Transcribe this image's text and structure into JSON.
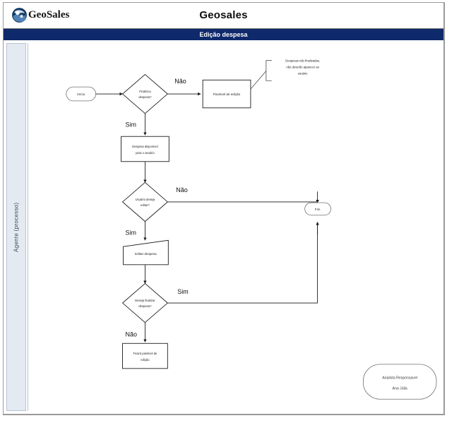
{
  "window": {
    "brand_name": "GeoSales",
    "app_title": "Geosales",
    "banner_title": "Edição despesa",
    "logo_icon": "globe-logo-icon"
  },
  "colors": {
    "banner_background": "#0e2a6b",
    "banner_text": "#ffffff",
    "lane_background": "#e4eaf2",
    "lane_border": "#b7c2d2",
    "shape_stroke": "#1a1a1a",
    "shape_fill": "#ffffff",
    "frame_border": "#9a9a9a"
  },
  "lane": {
    "label": "Agente (processo)"
  },
  "diagram": {
    "type": "flowchart",
    "nodes": [
      {
        "id": "start",
        "shape": "terminator",
        "label": "Início"
      },
      {
        "id": "d1",
        "shape": "decision",
        "label_line1": "Finalizou",
        "label_line2": "despesa?"
      },
      {
        "id": "editable",
        "shape": "process",
        "label": "Passível de edição"
      },
      {
        "id": "available",
        "shape": "process",
        "label_line1": "Despesa disponível",
        "label_line2": "para o usuário"
      },
      {
        "id": "d2",
        "shape": "decision",
        "label_line1": "Usuário deseja",
        "label_line2": "editar?"
      },
      {
        "id": "edit",
        "shape": "manual-input",
        "label": "Editar despesa"
      },
      {
        "id": "d3",
        "shape": "decision",
        "label_line1": "Deseja finalizar",
        "label_line2": "despesa?"
      },
      {
        "id": "willedit",
        "shape": "process",
        "label_line1": "Ficará passível de",
        "label_line2": "edição"
      },
      {
        "id": "end",
        "shape": "terminator",
        "label": "Fim"
      }
    ],
    "edge_labels": [
      {
        "id": "d1-no",
        "text": "Não",
        "from": "d1",
        "to": "editable"
      },
      {
        "id": "d1-yes",
        "text": "Sim",
        "from": "d1",
        "to": "available"
      },
      {
        "id": "d2-no",
        "text": "Não",
        "from": "d2",
        "to": "end"
      },
      {
        "id": "d2-yes",
        "text": "Sim",
        "from": "d2",
        "to": "edit"
      },
      {
        "id": "d3-yes",
        "text": "Sim",
        "from": "d3",
        "to": "end"
      },
      {
        "id": "d3-no",
        "text": "Não",
        "from": "d3",
        "to": "willedit"
      }
    ],
    "annotation": {
      "line1": "Despesas não finalizadas,",
      "line2": "não deverão aparecer ao",
      "line3": "usuário"
    },
    "signature": {
      "role": "Analista Responsavel",
      "name": "Ana Júlia"
    }
  }
}
